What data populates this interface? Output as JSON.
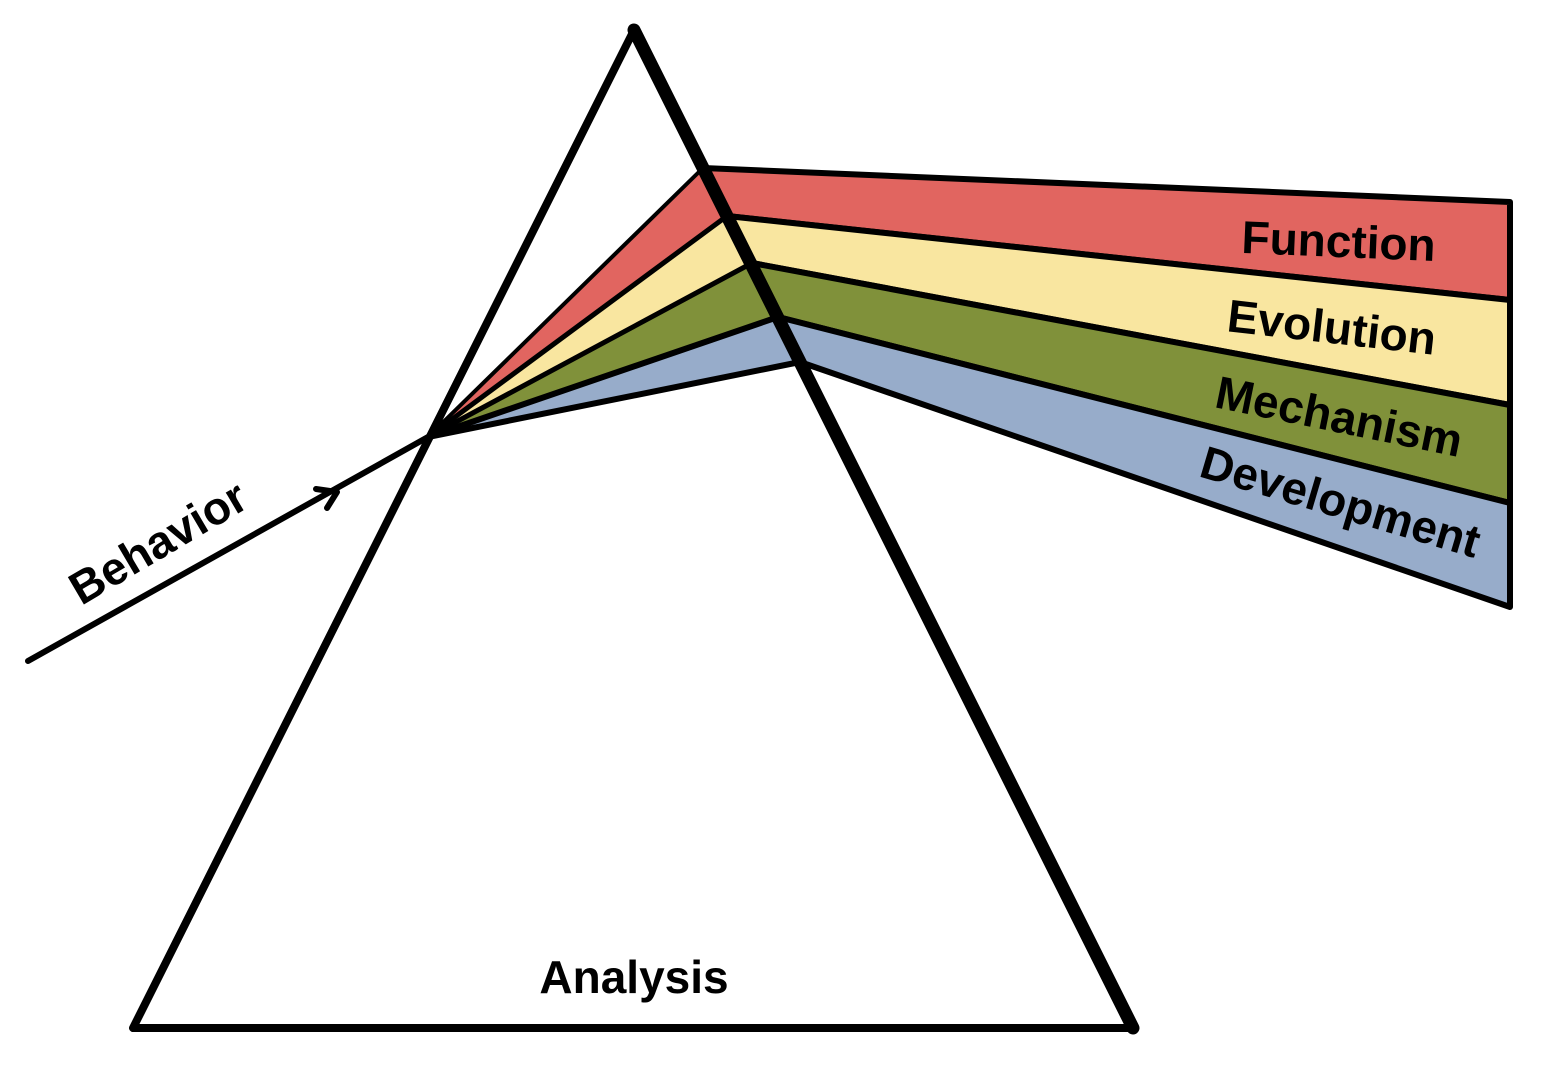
{
  "input_label": "Behavior",
  "prism_label": "Analysis",
  "bands": [
    {
      "label": "Function",
      "color": "#E16560"
    },
    {
      "label": "Evolution",
      "color": "#F9E6A0"
    },
    {
      "label": "Mechanism",
      "color": "#80913A"
    },
    {
      "label": "Development",
      "color": "#97ACCA"
    }
  ],
  "line_color": "#000000"
}
